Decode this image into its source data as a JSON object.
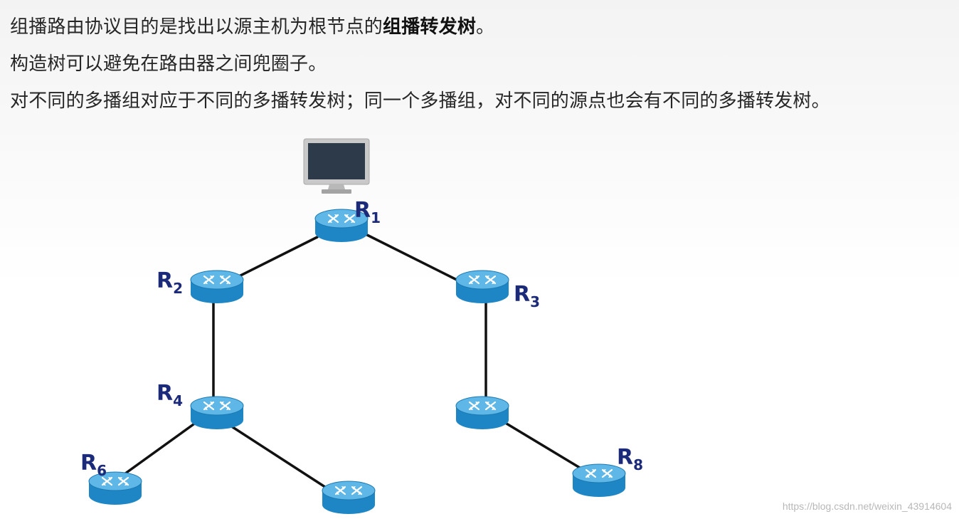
{
  "text": {
    "line1_prefix": "组播路由协议目的是找出以源主机为根节点的",
    "line1_bold": "组播转发树",
    "line1_suffix": "。",
    "line2": "构造树可以避免在路由器之间兜圈子。",
    "line3": "对不同的多播组对应于不同的多播转发树；同一个多播组，对不同的源点也会有不同的多播转发树。"
  },
  "diagram": {
    "labels": {
      "r1": {
        "letter": "R",
        "sub": "1"
      },
      "r2": {
        "letter": "R",
        "sub": "2"
      },
      "r3": {
        "letter": "R",
        "sub": "3"
      },
      "r4": {
        "letter": "R",
        "sub": "4"
      },
      "r6": {
        "letter": "R",
        "sub": "6"
      },
      "r8": {
        "letter": "R",
        "sub": "8"
      }
    },
    "colors": {
      "router_body": "#1e86c4",
      "router_top": "#5fb7e8",
      "link": "#111111",
      "label": "#1c2a7a"
    }
  },
  "watermark": "https://blog.csdn.net/weixin_43914604"
}
